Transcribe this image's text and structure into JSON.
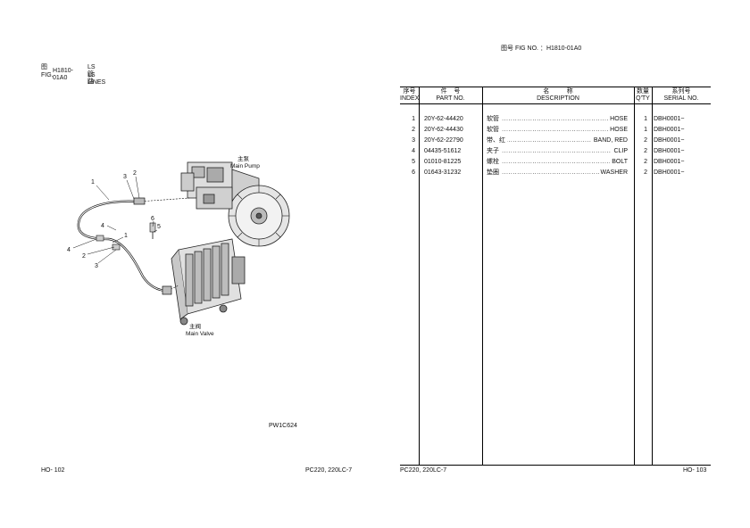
{
  "left_page": {
    "fig_label_cn": "图",
    "fig_label_en": "FIG.",
    "fig_number": "H1810-01A0",
    "title_cn": "LS 管路",
    "title_en": "LS LINES",
    "diagram": {
      "main_pump_cn": "主泵",
      "main_pump_en": "Main Pump",
      "main_valve_cn": "主阀",
      "main_valve_en": "Main Valve",
      "callouts": [
        "1",
        "3",
        "2",
        "4",
        "6",
        "5",
        "1",
        "4",
        "2",
        "3"
      ]
    },
    "drawing_code": "PW1C624",
    "page_number": "HO- 102",
    "model": "PC220, 220LC-7"
  },
  "right_page": {
    "fig_header": "图号  FIG NO.  ：H1810-01A0",
    "table": {
      "headers": {
        "index_cn": "序号",
        "index_en": "INDEX",
        "part_cn": "件    号",
        "part_en": "PART NO.",
        "desc_cn": "名          称",
        "desc_en": "DESCRIPTION",
        "qty_cn": "数量",
        "qty_en": "Q'TY",
        "serial_cn": "系列号",
        "serial_en": "SERIAL NO."
      },
      "rows": [
        {
          "index": "1",
          "part_no": "20Y-62-44420",
          "desc_cn": "软管",
          "desc_en": "HOSE",
          "qty": "1",
          "serial": "DBH0001~"
        },
        {
          "index": "2",
          "part_no": "20Y-62-44430",
          "desc_cn": "软管",
          "desc_en": "HOSE",
          "qty": "1",
          "serial": "DBH0001~"
        },
        {
          "index": "3",
          "part_no": "20Y-62-22790",
          "desc_cn": "带、红",
          "desc_en": "BAND, RED",
          "qty": "2",
          "serial": "DBH0001~"
        },
        {
          "index": "4",
          "part_no": "04435-51612",
          "desc_cn": "夹子",
          "desc_en": "CLIP",
          "qty": "2",
          "serial": "DBH0001~"
        },
        {
          "index": "5",
          "part_no": "01010-81225",
          "desc_cn": "螺栓",
          "desc_en": "BOLT",
          "qty": "2",
          "serial": "DBH0001~"
        },
        {
          "index": "6",
          "part_no": "01643-31232",
          "desc_cn": "垫圈",
          "desc_en": "WASHER",
          "qty": "2",
          "serial": "DBH0001~"
        }
      ]
    },
    "model": "PC220, 220LC-7",
    "page_number": "HO- 103"
  }
}
